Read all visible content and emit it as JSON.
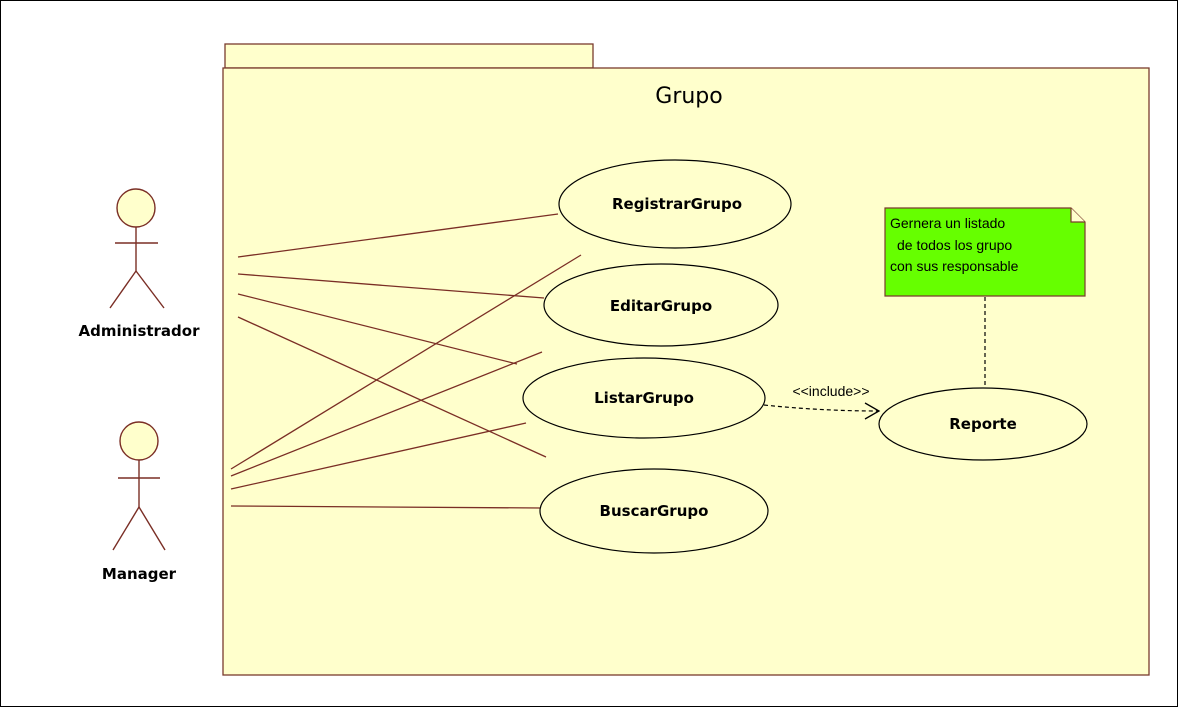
{
  "package": {
    "title": "Grupo"
  },
  "actors": {
    "administrador": "Administrador",
    "manager": "Manager"
  },
  "use_cases": {
    "registrar": "RegistrarGrupo",
    "editar": "EditarGrupo",
    "listar": "ListarGrupo",
    "buscar": "BuscarGrupo",
    "reporte": "Reporte"
  },
  "relationship": {
    "include_label": "<<include>>"
  },
  "note": {
    "lines": [
      "Gernera un listado",
      "de todos los grupo",
      "con sus responsable"
    ]
  },
  "colors": {
    "package_fill": "#ffffcc",
    "note_fill": "#66ff00",
    "line_color": "#7a2e25"
  }
}
